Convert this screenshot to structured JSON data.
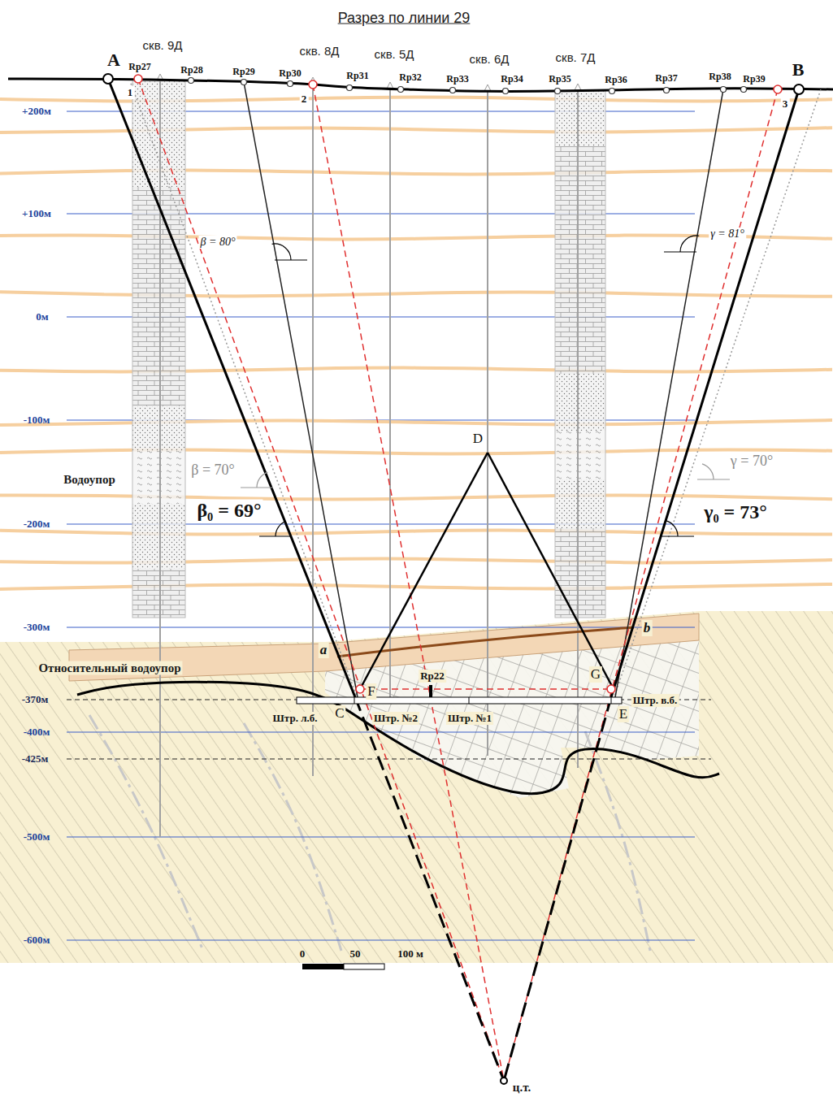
{
  "diagram": {
    "title": "Разрез по линии 29",
    "labels": [
      "скв. 9Д",
      "скв. 8Д",
      "скв. 5Д",
      "скв. 6Д",
      "скв. 7Д",
      "A",
      "B",
      "Rp27",
      "Rp28",
      "Rp29",
      "Rp30",
      "Rp31",
      "Rp32",
      "Rp33",
      "Rp34",
      "Rp35",
      "Rp36",
      "Rp37",
      "Rp38",
      "Rp39",
      "1",
      "2",
      "3",
      "+200м",
      "+100м",
      "0м",
      "-100м",
      "-200м",
      "-300м",
      "-370м",
      "-400м",
      "-425м",
      "-500м",
      "-600м",
      "β = 80°",
      "γ = 81°",
      "β = 70°",
      "γ = 70°",
      "β₀ = 69°",
      "γ₀ = 73°",
      "Водоупор",
      "Относительный водоупор",
      "D",
      "a",
      "b",
      "C",
      "F",
      "G",
      "E",
      "Rp22",
      "Штр. л.б.",
      "Штр. №2",
      "Штр. №1",
      "Штр. в.б.",
      "0",
      "50",
      "100 м",
      "ц.т."
    ]
  }
}
